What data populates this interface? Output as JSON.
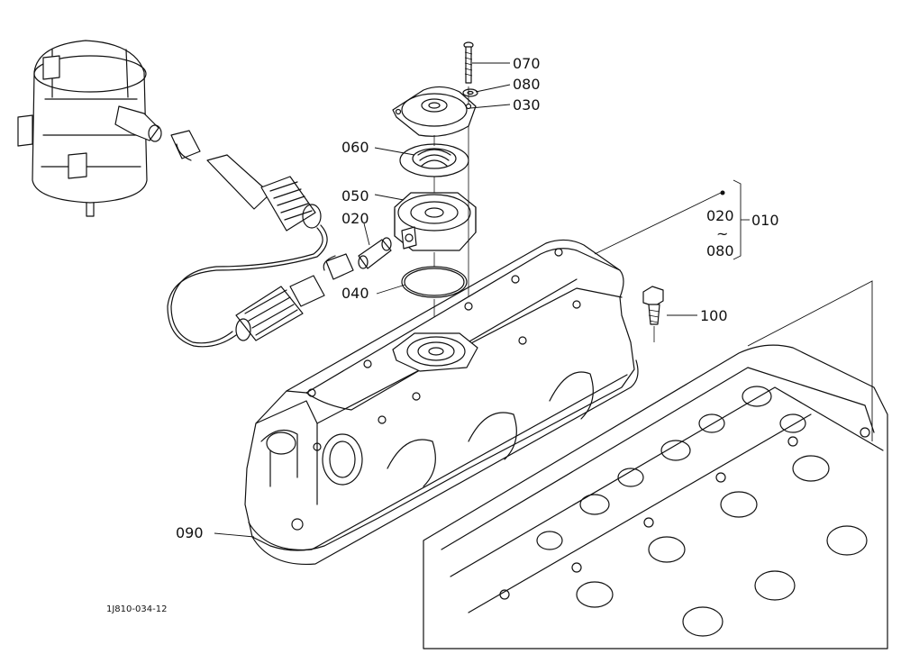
{
  "callouts": {
    "p070": "070",
    "p080": "080",
    "p030": "030",
    "p060": "060",
    "p050": "050",
    "p020": "020",
    "p040": "040",
    "p100": "100",
    "p090": "090",
    "p010": "010",
    "range_start": "020",
    "range_sep": "~",
    "range_end": "080"
  },
  "drawing_code": "1J810-034-12"
}
